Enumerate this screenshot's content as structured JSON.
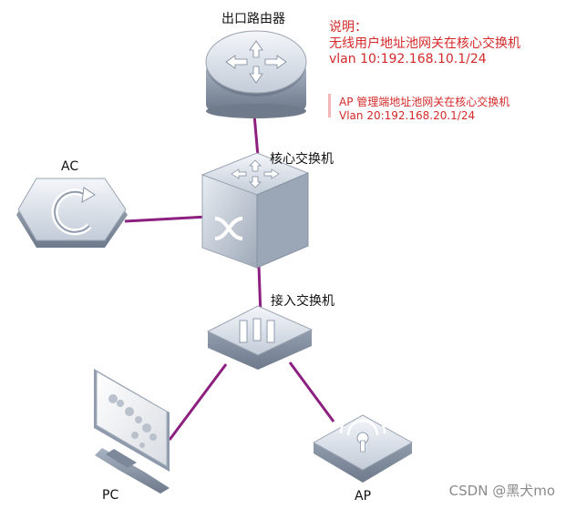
{
  "labels": {
    "router": "出口路由器",
    "ac": "AC",
    "core": "核心交换机",
    "access": "接入交换机",
    "pc": "PC",
    "ap": "AP"
  },
  "notes": {
    "heading": "说明：",
    "wireless_gw": "无线用户地址池网关在核心交换机",
    "wireless_vlan": "vlan 10:192.168.10.1/24",
    "ap_gw": "AP 管理端地址池网关在核心交换机",
    "ap_vlan": "Vlan 20:192.168.20.1/24"
  },
  "watermark": "CSDN @黑犬mo",
  "colors": {
    "link": "#8c1f80",
    "note": "#d42a2a",
    "device_top": "#d6dde7",
    "device_side": "#8f9bad"
  },
  "icons": [
    "router-icon",
    "ac-controller-icon",
    "core-switch-icon",
    "access-switch-icon",
    "pc-icon",
    "ap-icon"
  ]
}
